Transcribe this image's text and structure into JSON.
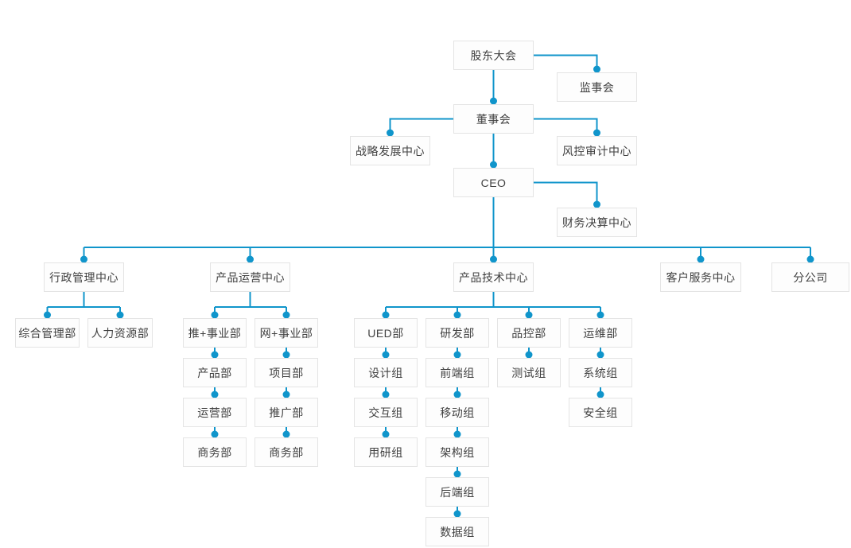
{
  "page": {
    "background_color": "#ffffff"
  },
  "chart": {
    "type": "org-tree",
    "colors": {
      "line": "#1095cb",
      "dot": "#1095cb",
      "box_border": "#e4e4e4",
      "box_background": "#fdfdfd",
      "text": "#404040"
    },
    "nodes": [
      {
        "id": "shareholders-meeting",
        "label": "股东大会",
        "parent": null
      },
      {
        "id": "supervisory-board",
        "label": "监事会",
        "parent": "shareholders-meeting"
      },
      {
        "id": "board-of-directors",
        "label": "董事会",
        "parent": "shareholders-meeting"
      },
      {
        "id": "strategy-development-center",
        "label": "战略发展中心",
        "parent": "board-of-directors"
      },
      {
        "id": "risk-audit-center",
        "label": "风控审计中心",
        "parent": "board-of-directors"
      },
      {
        "id": "ceo",
        "label": "CEO",
        "parent": "board-of-directors"
      },
      {
        "id": "finance-settlement-center",
        "label": "财务决算中心",
        "parent": "ceo"
      },
      {
        "id": "admin-management-center",
        "label": "行政管理中心",
        "parent": "ceo"
      },
      {
        "id": "product-operations-center",
        "label": "产品运营中心",
        "parent": "ceo"
      },
      {
        "id": "product-technology-center",
        "label": "产品技术中心",
        "parent": "ceo"
      },
      {
        "id": "customer-service-center",
        "label": "客户服务中心",
        "parent": "ceo"
      },
      {
        "id": "branch-company",
        "label": "分公司",
        "parent": "ceo"
      },
      {
        "id": "general-management-dept",
        "label": "综合管理部",
        "parent": "admin-management-center"
      },
      {
        "id": "hr-dept",
        "label": "人力资源部",
        "parent": "admin-management-center"
      },
      {
        "id": "tui-business-division",
        "label": "推+事业部",
        "parent": "product-operations-center"
      },
      {
        "id": "wang-business-division",
        "label": "网+事业部",
        "parent": "product-operations-center"
      },
      {
        "id": "product-dept",
        "label": "产品部",
        "parent": "tui-business-division"
      },
      {
        "id": "operations-dept",
        "label": "运营部",
        "parent": "product-dept"
      },
      {
        "id": "business-dept-left",
        "label": "商务部",
        "parent": "operations-dept"
      },
      {
        "id": "project-dept",
        "label": "项目部",
        "parent": "wang-business-division"
      },
      {
        "id": "promotion-dept",
        "label": "推广部",
        "parent": "project-dept"
      },
      {
        "id": "business-dept-right",
        "label": "商务部",
        "parent": "promotion-dept"
      },
      {
        "id": "ued-dept",
        "label": "UED部",
        "parent": "product-technology-center"
      },
      {
        "id": "rnd-dept",
        "label": "研发部",
        "parent": "product-technology-center"
      },
      {
        "id": "quality-control-dept",
        "label": "品控部",
        "parent": "product-technology-center"
      },
      {
        "id": "ops-maintenance-dept",
        "label": "运维部",
        "parent": "product-technology-center"
      },
      {
        "id": "design-group",
        "label": "设计组",
        "parent": "ued-dept"
      },
      {
        "id": "interaction-group",
        "label": "交互组",
        "parent": "design-group"
      },
      {
        "id": "user-research-group",
        "label": "用研组",
        "parent": "interaction-group"
      },
      {
        "id": "frontend-group",
        "label": "前端组",
        "parent": "rnd-dept"
      },
      {
        "id": "mobile-group",
        "label": "移动组",
        "parent": "frontend-group"
      },
      {
        "id": "architecture-group",
        "label": "架构组",
        "parent": "mobile-group"
      },
      {
        "id": "backend-group",
        "label": "后端组",
        "parent": "architecture-group"
      },
      {
        "id": "data-group",
        "label": "数据组",
        "parent": "backend-group"
      },
      {
        "id": "testing-group",
        "label": "测试组",
        "parent": "quality-control-dept"
      },
      {
        "id": "system-group",
        "label": "系统组",
        "parent": "ops-maintenance-dept"
      },
      {
        "id": "security-group",
        "label": "安全组",
        "parent": "system-group"
      }
    ]
  }
}
